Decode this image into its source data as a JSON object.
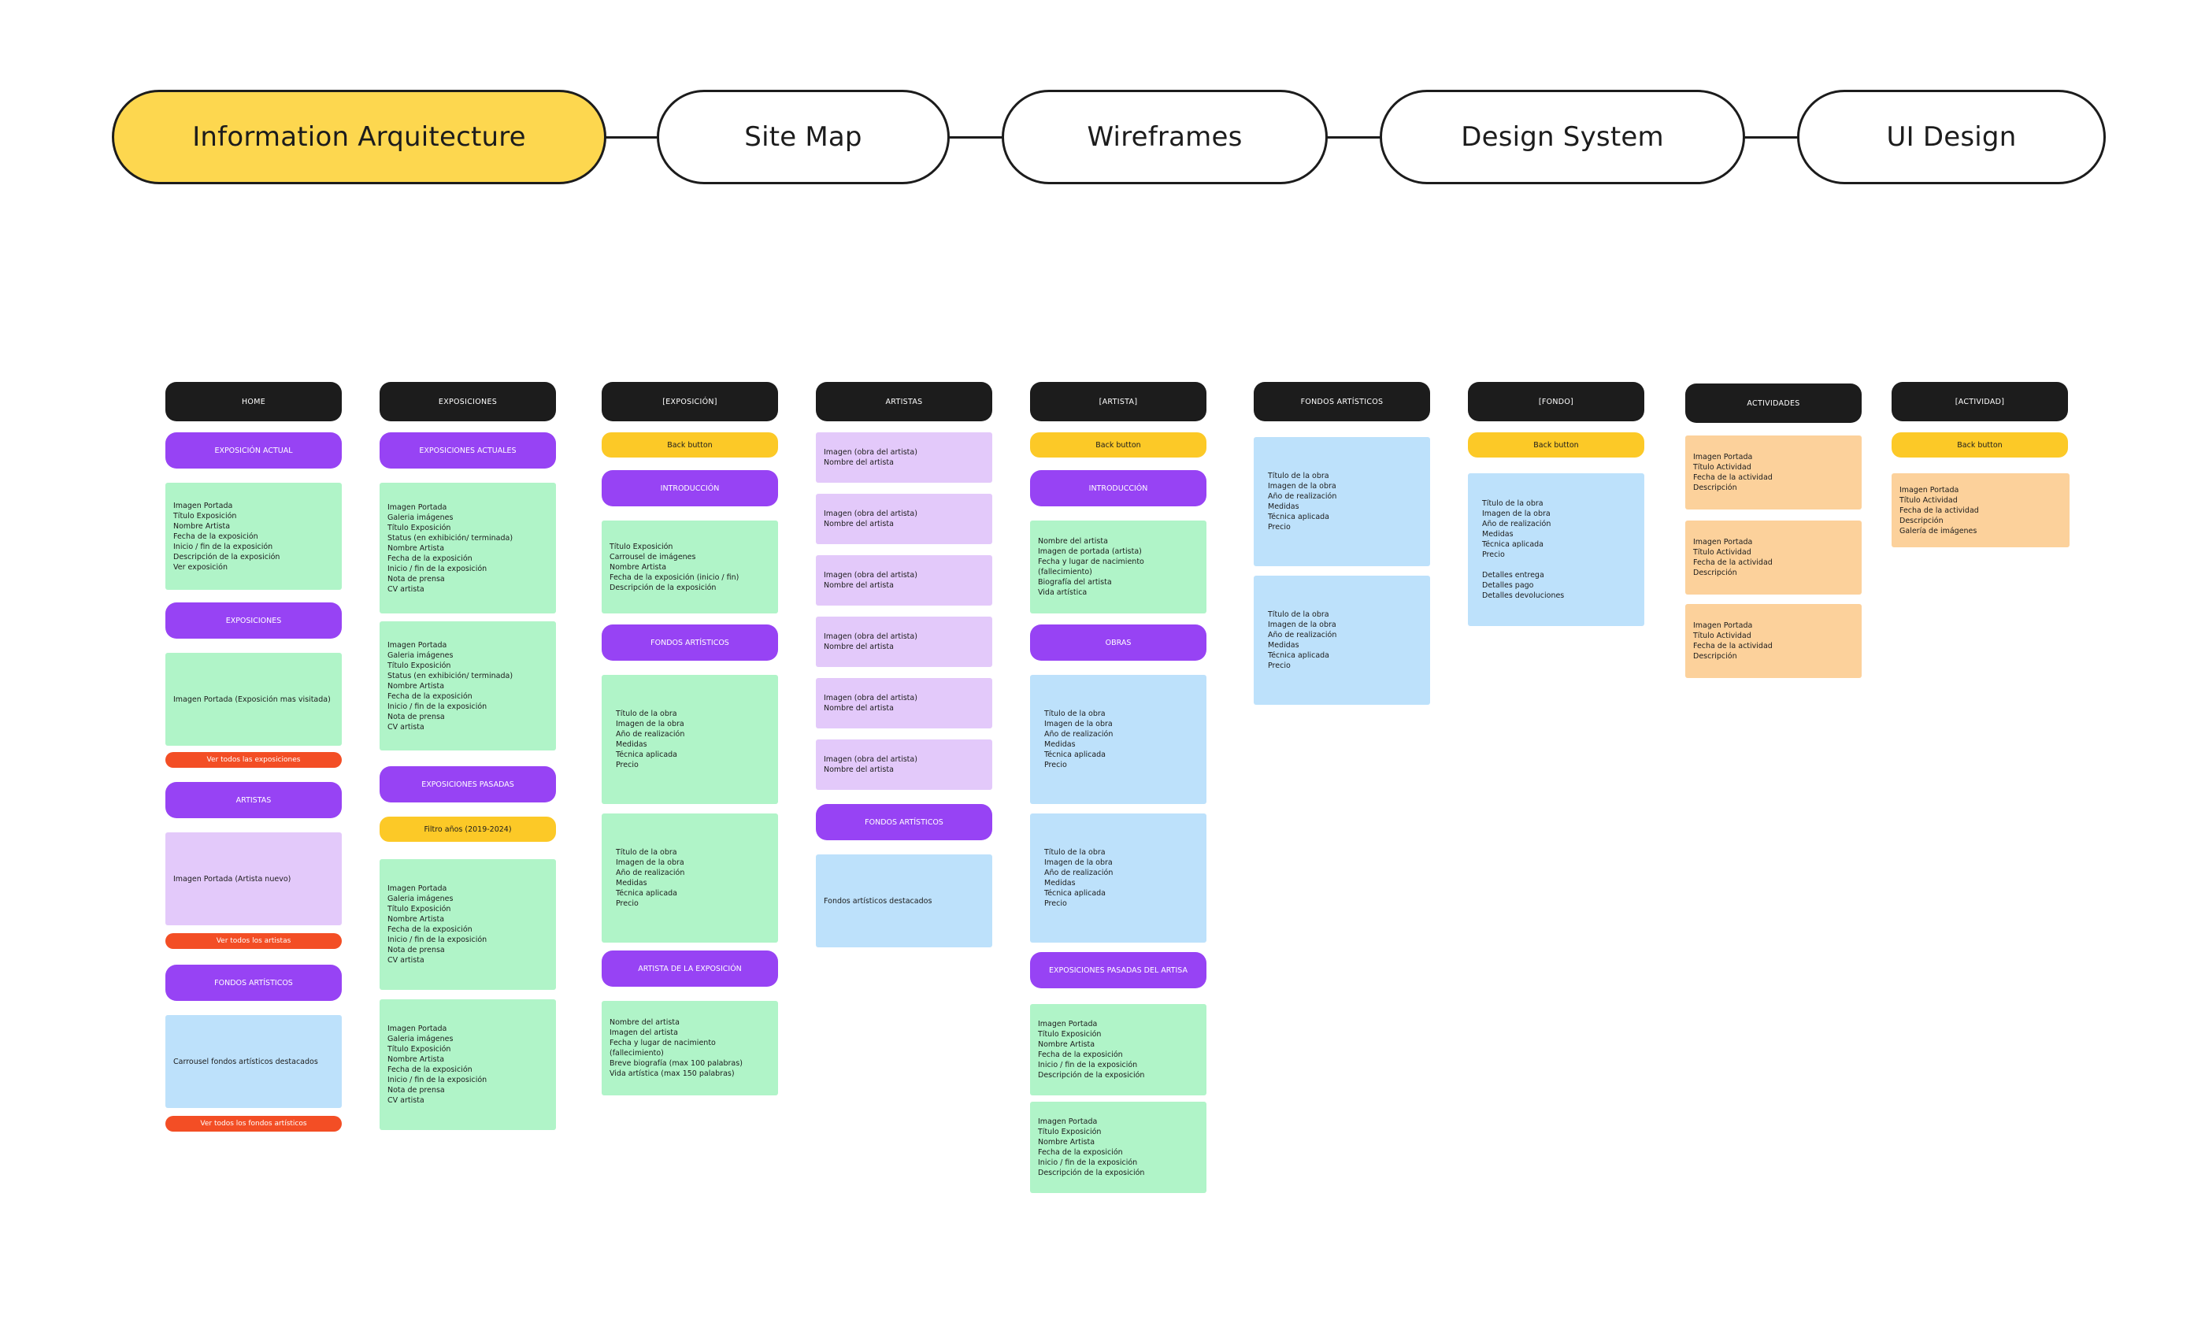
{
  "process": {
    "steps": [
      {
        "label": "Information Arquitecture",
        "active": true
      },
      {
        "label": "Site Map",
        "active": false
      },
      {
        "label": "Wireframes",
        "active": false
      },
      {
        "label": "Design System",
        "active": false
      },
      {
        "label": "UI Design",
        "active": false
      }
    ]
  },
  "colors": {
    "header": "#1c1c1c",
    "section": "#9743f4",
    "back_button": "#fcc927",
    "cta": "#f34e25",
    "content_green": "#b0f4c8",
    "content_lilac": "#e3c9fa",
    "content_blue": "#bde1fb",
    "content_orange": "#fcd19b",
    "active_step": "#fdd74f"
  },
  "sitemap": {
    "home": {
      "header": "HOME",
      "exposicion_actual": "EXPOSICIÓN ACTUAL",
      "exposicion_actual_items": [
        "Imagen Portada",
        "Título Exposición",
        "Nombre Artista",
        "Fecha de la exposición",
        "Inicio / fin de la exposición",
        "Descripción de la exposición",
        "Ver exposición"
      ],
      "exposiciones": "EXPOSICIONES",
      "exposiciones_items": [
        "Imagen Portada (Exposición mas visitada)"
      ],
      "ver_exposiciones": "Ver todos las exposiciones",
      "artistas": "ARTISTAS",
      "artistas_items": [
        "Imagen Portada (Artista nuevo)"
      ],
      "ver_artistas": "Ver todos los artistas",
      "fondos": "FONDOS ARTÍSTICOS",
      "fondos_items": [
        "Carrousel fondos artísticos destacados"
      ],
      "ver_fondos": "Ver todos los fondos artísticos"
    },
    "exposiciones": {
      "header": "EXPOSICIONES",
      "actuales": "EXPOSICIONES ACTUALES",
      "actual_card": [
        "Imagen Portada",
        "Galeria imágenes",
        "Título Exposición",
        "Status (en exhibición/ terminada)",
        "Nombre Artista",
        "Fecha de la exposición",
        "Inicio / fin de la exposición",
        "Nota de prensa",
        "CV artista"
      ],
      "pasadas": "EXPOSICIONES PASADAS",
      "filtro": "Filtro años (2019-2024)",
      "pasada_card": [
        "Imagen Portada",
        "Galeria imágenes",
        "Título Exposición",
        "Nombre Artista",
        "Fecha de la exposición",
        "Inicio / fin de la exposición",
        "Nota de prensa",
        "CV artista"
      ]
    },
    "exposicion": {
      "header": "[EXPOSICIÓN]",
      "back": "Back button",
      "introduccion": "INTRODUCCIÓN",
      "intro_items": [
        "Título Exposición",
        "Carrousel de imágenes",
        "Nombre Artista",
        "Fecha de la exposición (inicio / fin)",
        "Descripción de la exposición"
      ],
      "fondos": "FONDOS ARTÍSTICOS",
      "obra_items": [
        "Título de la obra",
        "Imagen de la obra",
        "Año de realización",
        "Medidas",
        "Técnica aplicada",
        "Precio"
      ],
      "artista": "ARTISTA DE LA EXPOSICIÓN",
      "artista_items": [
        "Nombre del artista",
        "Imagen del artista",
        "Fecha y lugar de nacimiento (fallecimiento)",
        "Breve biografía (max 100 palabras)",
        "Vida artística (max 150 palabras)"
      ]
    },
    "artistas": {
      "header": "ARTISTAS",
      "artist_items": [
        "Imagen (obra del artista)",
        "Nombre del artista"
      ],
      "fondos": "FONDOS ARTÍSTICOS",
      "fondos_items": [
        "Fondos artísticos destacados"
      ]
    },
    "artista": {
      "header": "[ARTISTA]",
      "back": "Back button",
      "introduccion": "INTRODUCCIÓN",
      "intro_items": [
        "Nombre del artista",
        "Imagen de portada (artista)",
        "Fecha y lugar de nacimiento (fallecimiento)",
        "Biografía del artista",
        "Vida artística"
      ],
      "obras": "OBRAS",
      "obra_items": [
        "Título de la obra",
        "Imagen de la obra",
        "Año de realización",
        "Medidas",
        "Técnica aplicada",
        "Precio"
      ],
      "pasadas": "EXPOSICIONES PASADAS DEL ARTISA",
      "pasada_items": [
        "Imagen Portada",
        "Título Exposición",
        "Nombre Artista",
        "Fecha de la exposición",
        "Inicio / fin de la exposición",
        "Descripción de la exposición"
      ]
    },
    "fondos": {
      "header": "FONDOS ARTÍSTICOS",
      "obra_items": [
        "Título de la obra",
        "Imagen de la obra",
        "Año de realización",
        "Medidas",
        "Técnica aplicada",
        "Precio"
      ]
    },
    "fondo": {
      "header": "[FONDO]",
      "back": "Back button",
      "items_a": [
        "Título de la obra",
        "Imagen de la obra",
        "Año de realización",
        "Medidas",
        "Técnica aplicada",
        "Precio"
      ],
      "items_b": [
        "Detalles entrega",
        "Detalles pago",
        "Detalles devoluciones"
      ]
    },
    "actividades": {
      "header": "ACTIVIDADES",
      "items": [
        "Imagen Portada",
        "Título Actividad",
        "Fecha de la actividad",
        "Descripción"
      ]
    },
    "actividad": {
      "header": "[ACTIVIDAD]",
      "back": "Back button",
      "items": [
        "Imagen Portada",
        "Título Actividad",
        "Fecha de la actividad",
        "Descripción",
        "Galería de imágenes"
      ]
    }
  }
}
